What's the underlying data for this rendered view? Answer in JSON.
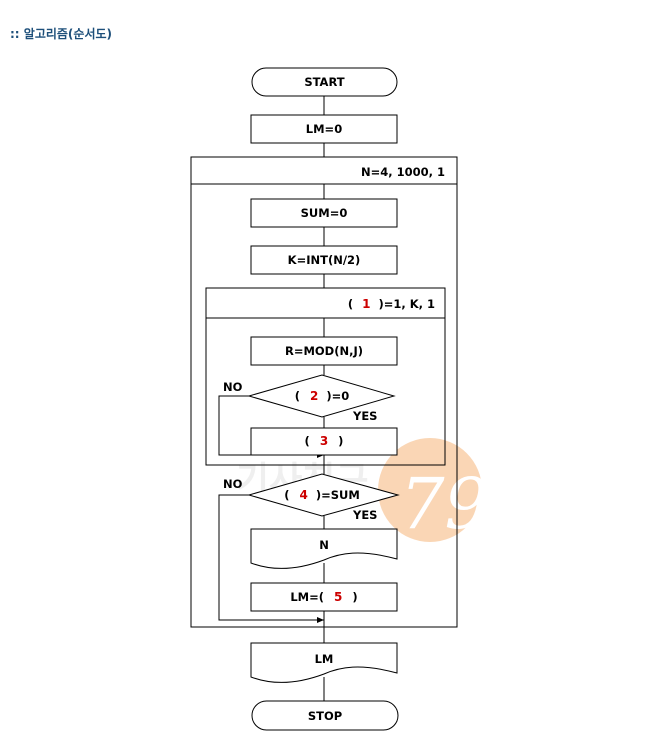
{
  "header": {
    "title": ":: 알고리즘(순서도)"
  },
  "watermark": {
    "text": "기사친구",
    "number": "79",
    "color": "#f4a45c"
  },
  "flowchart": {
    "start": "START",
    "lm_init": "LM=0",
    "outer_loop": "N=4, 1000, 1",
    "sum_init": "SUM=0",
    "k_calc": "K=INT(N/2)",
    "inner_loop": {
      "prefix": "(",
      "blank": "1",
      "suffix": ")=1, K, 1"
    },
    "mod_calc": "R=MOD(N,J)",
    "decision1": {
      "prefix": "(",
      "blank": "2",
      "suffix": ")=0",
      "no": "NO",
      "yes": "YES"
    },
    "process3": {
      "prefix": "(",
      "blank": "3",
      "suffix": ")"
    },
    "decision2": {
      "prefix": "(",
      "blank": "4",
      "suffix": ")=SUM",
      "no": "NO",
      "yes": "YES"
    },
    "output_n": "N",
    "assign5": {
      "prefix": "LM=(",
      "blank": "5",
      "suffix": ")"
    },
    "output_lm": "LM",
    "stop": "STOP"
  }
}
